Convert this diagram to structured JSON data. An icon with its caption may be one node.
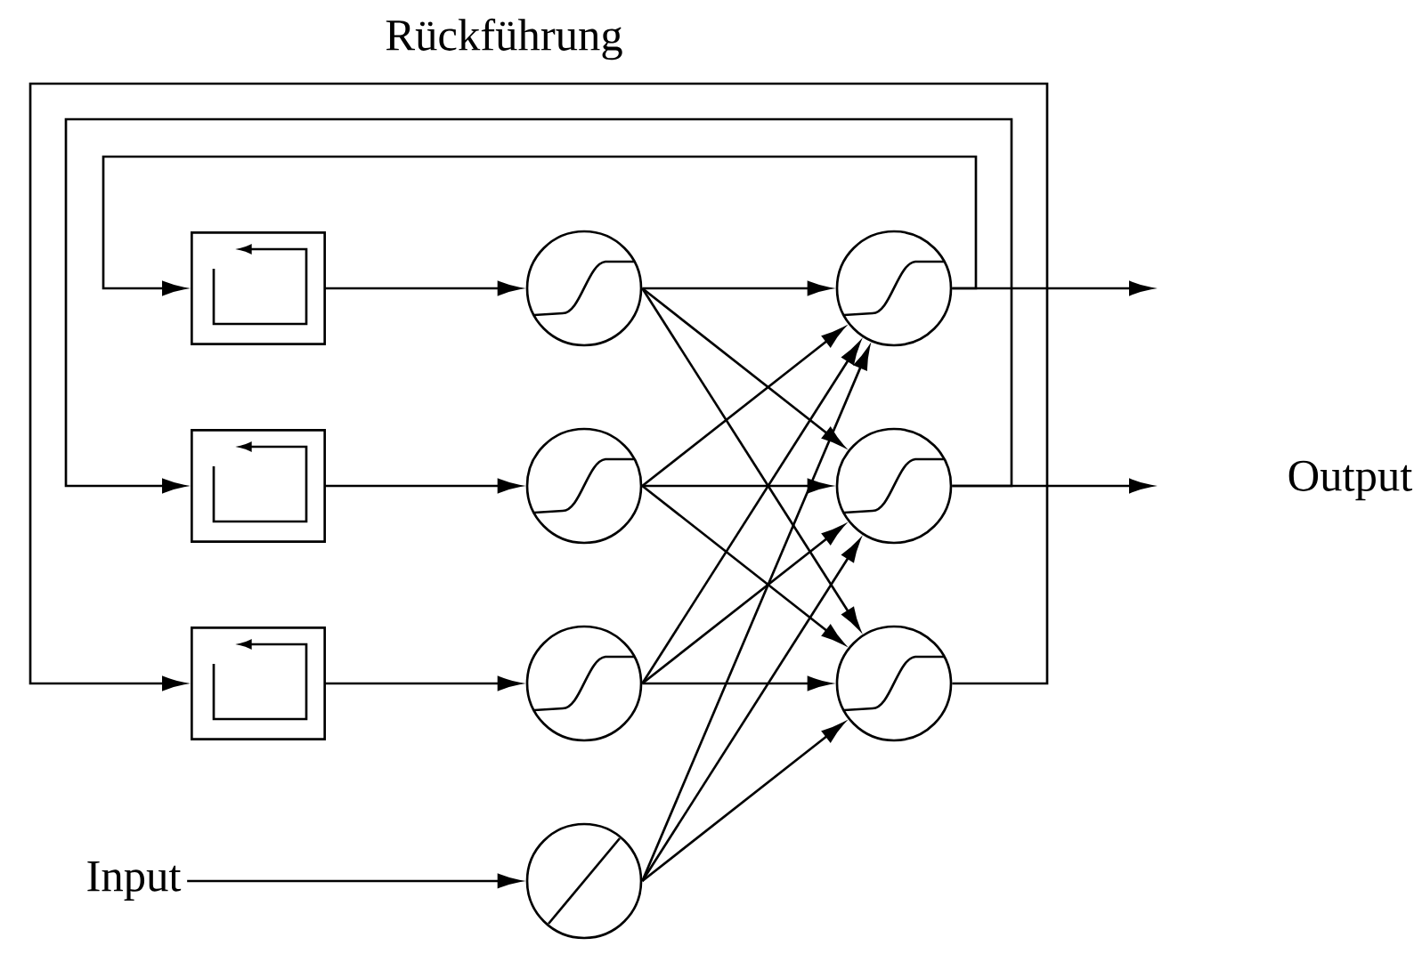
{
  "diagram": {
    "title": "Rückführung",
    "nodes": [
      {
        "text": [],
        "shape": "box"
      },
      {
        "text": [],
        "shape": "box"
      },
      {
        "text": [],
        "shape": "box"
      },
      {
        "text": [],
        "shape": "circle"
      },
      {
        "text": [],
        "shape": "circle"
      },
      {
        "text": [],
        "shape": "circle"
      },
      {
        "text": [],
        "shape": "circle"
      },
      {
        "text": [],
        "shape": "circle"
      },
      {
        "text": [],
        "shape": "circle"
      },
      {
        "text": [],
        "shape": "circle"
      },
      {
        "text": [
          "Input"
        ]
      }
    ],
    "edges": [
      {
        "from": 0,
        "to": 3,
        "arrow": "to"
      },
      {
        "from": 1,
        "to": 4,
        "arrow": "to"
      },
      {
        "from": 2,
        "to": 5,
        "arrow": "to"
      },
      {
        "from": 3,
        "to": 7,
        "arrow": "to"
      },
      {
        "from": 3,
        "to": 8,
        "arrow": "to"
      },
      {
        "from": 3,
        "to": 9,
        "arrow": "to"
      },
      {
        "from": 4,
        "to": 7,
        "arrow": "to"
      },
      {
        "from": 4,
        "to": 8,
        "arrow": "to"
      },
      {
        "from": 4,
        "to": 9,
        "arrow": "to"
      },
      {
        "from": 5,
        "to": 7,
        "arrow": "to"
      },
      {
        "from": 5,
        "to": 8,
        "arrow": "to"
      },
      {
        "from": 5,
        "to": 9,
        "arrow": "to"
      },
      {
        "from": 6,
        "to": 7,
        "arrow": "to"
      },
      {
        "from": 6,
        "to": 8,
        "arrow": "to"
      },
      {
        "from": 6,
        "to": 9,
        "arrow": "to"
      },
      {
        "from": 10,
        "to": 6,
        "arrow": "to"
      },
      {
        "from": 7,
        "to": 0,
        "arrow": "to"
      },
      {
        "from": 8,
        "to": 1,
        "arrow": "to"
      },
      {
        "from": 9,
        "to": 2,
        "arrow": "to"
      },
      {
        "from": 7,
        "to": null,
        "arrow": "to"
      },
      {
        "from": 8,
        "to": null,
        "arrow": "to"
      }
    ],
    "labels": [
      "Output"
    ]
  }
}
